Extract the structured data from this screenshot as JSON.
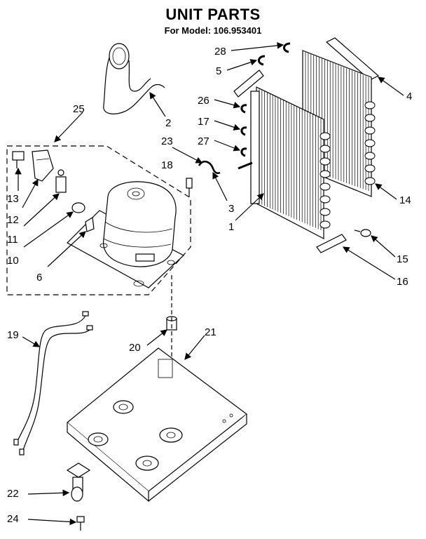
{
  "header": {
    "title": "UNIT PARTS",
    "subtitle": "For Model: 106.953401"
  },
  "callouts": [
    "28",
    "5",
    "4",
    "26",
    "17",
    "27",
    "2",
    "25",
    "23",
    "18",
    "3",
    "14",
    "1",
    "13",
    "12",
    "11",
    "10",
    "6",
    "15",
    "16",
    "19",
    "20",
    "21",
    "22",
    "24"
  ]
}
